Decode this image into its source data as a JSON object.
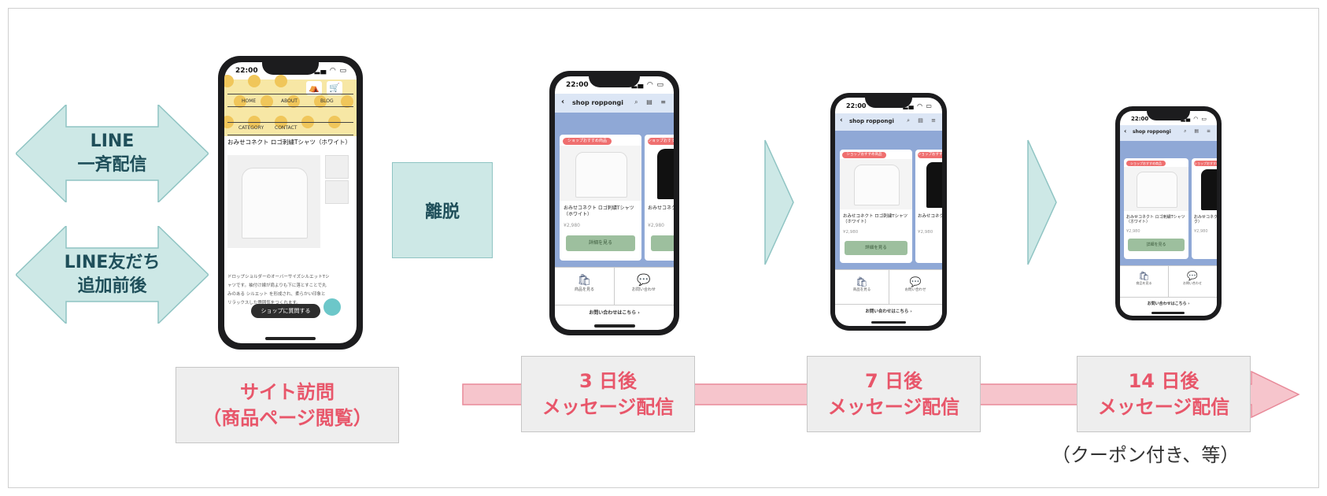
{
  "left_arrows": [
    {
      "lines": [
        "LINE",
        "一斉配信"
      ]
    },
    {
      "lines": [
        "LINE友だち",
        "追加前後"
      ]
    }
  ],
  "site_visit": {
    "lines": [
      "サイト訪問",
      "（商品ページ閲覧）"
    ]
  },
  "dropout_label": "離脱",
  "steps": [
    {
      "day": "3 日後",
      "label": "メッセージ配信"
    },
    {
      "day": "7 日後",
      "label": "メッセージ配信"
    },
    {
      "day": "14 日後",
      "label": "メッセージ配信"
    }
  ],
  "note": "（クーポン付き、等）",
  "web_phone": {
    "time": "22:00",
    "nav": [
      "HOME",
      "ABOUT",
      "BLOG",
      "CATEGORY",
      "CONTACT"
    ],
    "product_title": "おみせコネクト ロゴ刺繍Tシャツ（ホワイト）",
    "description": "ドロップショルダーのオーバーサイズシルエットTシャツです。袖付け線が肩よりも下に落とすことで丸みのある シルエット を形成され、柔らかい印象とリラックスした雰囲気をつくれます。",
    "chat_button": "ショップに質問する"
  },
  "line_phone": {
    "time": "22:00",
    "shop_name": "shop roppongi",
    "tag": "ショップおすすめ商品",
    "card1_name": "おみせコネクト ロゴ刺繍Tシャツ（ホワイト）",
    "card1_price": "¥2,980",
    "card2_name": "おみせコネクト（ブラック）",
    "card2_price": "¥2,980",
    "detail_button": "詳細を見る",
    "menu_left": "商品を見る",
    "menu_right": "お問い合わせ",
    "footer": "お問い合わせはこちら ›"
  },
  "colors": {
    "teal_fill": "#cde8e6",
    "teal_stroke": "#8fc4c3",
    "pink_arrow": "#f6c5cc",
    "pink_text": "#e8566a",
    "gray_box": "#eeeeee"
  }
}
